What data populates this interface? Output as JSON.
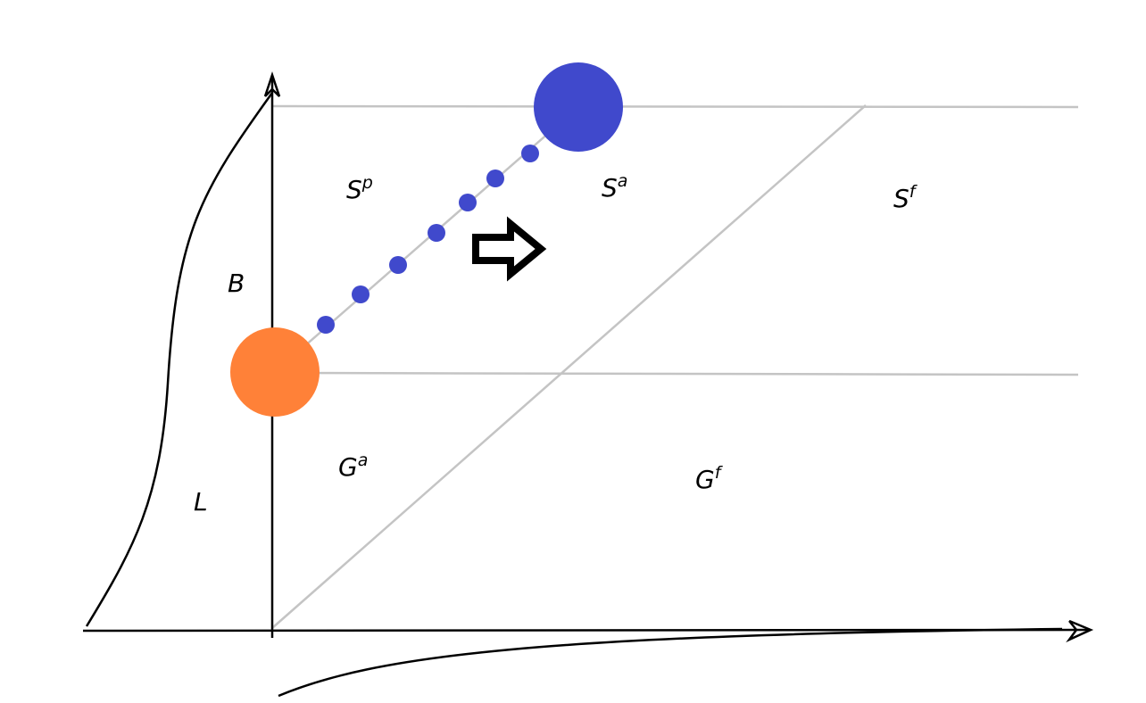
{
  "colors": {
    "start_node": "#FF8138",
    "end_node": "#4049CC",
    "path_dots": "#4049CC",
    "grid": "#C4C4C4"
  },
  "regions": {
    "sp": {
      "base": "S",
      "sup": "p"
    },
    "sa": {
      "base": "S",
      "sup": "a"
    },
    "sf": {
      "base": "S",
      "sup": "f"
    },
    "b": {
      "base": "B"
    },
    "l": {
      "base": "L"
    },
    "ga": {
      "base": "G",
      "sup": "a"
    },
    "gf": {
      "base": "G",
      "sup": "f"
    }
  },
  "path_step_count": 7,
  "icons": {
    "direction": "right-arrow-icon"
  }
}
